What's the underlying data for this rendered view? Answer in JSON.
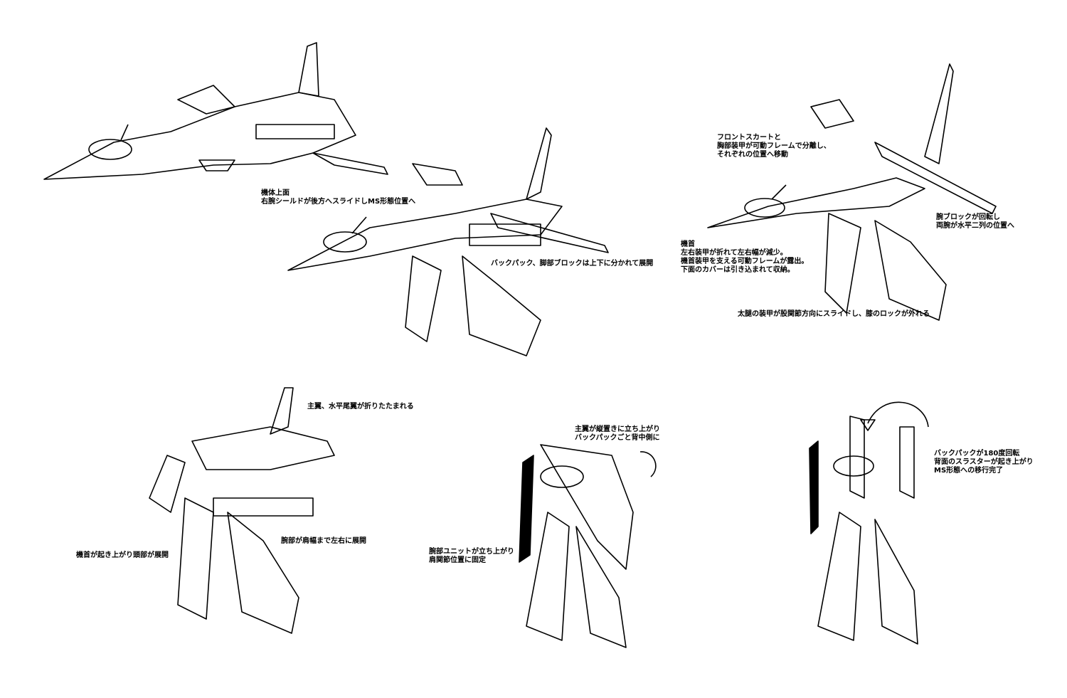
{
  "captions": {
    "stage1": {
      "lines": [
        "機体上面",
        "右腕シールドが後方へスライドしMS形態位置へ"
      ]
    },
    "stage2": {
      "lines": [
        "バックパック、脚部ブロックは上下に分かれて展開"
      ]
    },
    "stage3_front": {
      "lines": [
        "フロントスカートと",
        "胸部装甲が可動フレームで分離し、",
        "それぞれの位置へ移動"
      ]
    },
    "stage3_arm": {
      "lines": [
        "腕ブロックが回転し",
        "両腕が水平二列の位置へ"
      ]
    },
    "stage3_nose": {
      "lines": [
        "機首",
        "左右装甲が折れて左右幅が減少。",
        "機首装甲を支える可動フレームが露出。",
        "下面のカバーは引き込まれて収納。"
      ]
    },
    "stage3_thigh": {
      "lines": [
        "太腿の装甲が股関節方向にスライドし、膝のロックが外れる"
      ]
    },
    "stage4_wing": {
      "lines": [
        "主翼、水平尾翼が折りたたまれる"
      ]
    },
    "stage4_arm": {
      "lines": [
        "腕部が肩幅まで左右に展開"
      ]
    },
    "stage4_nose": {
      "lines": [
        "機首が起き上がり頭部が展開"
      ]
    },
    "stage5_wing": {
      "lines": [
        "主翼が縦置きに立ち上がり",
        "バックパックごと背中側に"
      ]
    },
    "stage5_arm": {
      "lines": [
        "腕部ユニットが立ち上がり",
        "肩関節位置に固定"
      ]
    },
    "stage6": {
      "lines": [
        "バックパックが180度回転",
        "背面のスラスターが起き上がり",
        "MS形態への移行完了"
      ]
    }
  }
}
